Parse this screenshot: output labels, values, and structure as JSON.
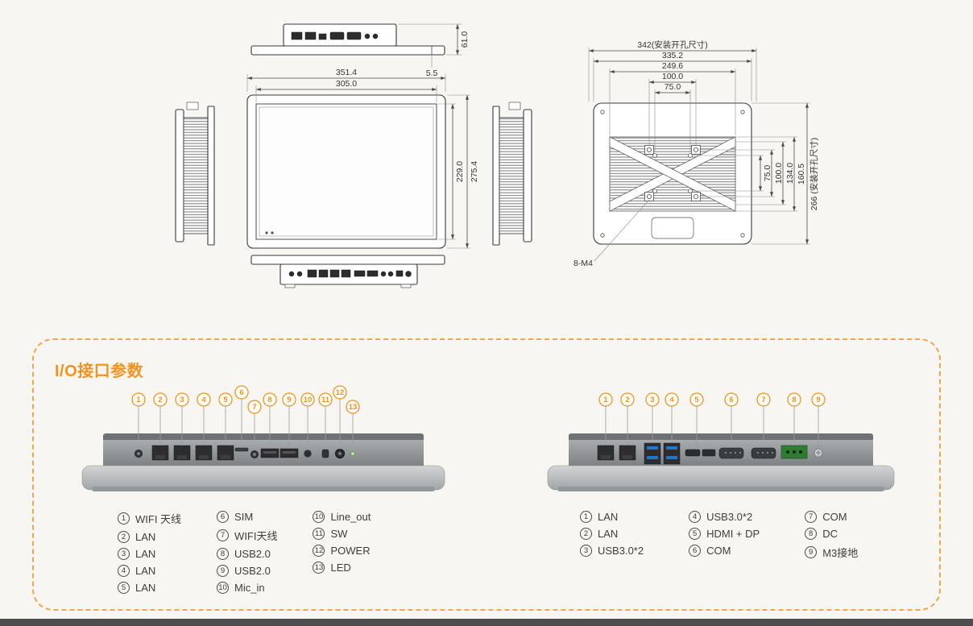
{
  "colors": {
    "accent": "#f0941f",
    "line": "#3a3a3a",
    "background": "#f8f6f2"
  },
  "drawings": {
    "top_view": {
      "depth": "61.0",
      "bezel_thickness": "5.5"
    },
    "front_view": {
      "outer_width": "351.4",
      "display_width": "305.0",
      "display_height": "229.0",
      "outer_height": "275.4"
    },
    "rear_view": {
      "mount_width": "342(安装开孔尺寸)",
      "outer_width": "335.2",
      "fin_width": "249.6",
      "vesa100_width": "100.0",
      "vesa75_width": "75.0",
      "vesa75_height": "75.0",
      "vesa100_height": "100.0",
      "height_134": "134.0",
      "height_160": "160.5",
      "mount_height": "266 (安装开孔尺寸)",
      "screw_label": "8-M4"
    }
  },
  "io": {
    "title": "I/O接口参数",
    "left_callouts": [
      "1",
      "2",
      "3",
      "4",
      "5",
      "6",
      "7",
      "8",
      "9",
      "10",
      "11",
      "12",
      "13"
    ],
    "right_callouts": [
      "1",
      "2",
      "3",
      "4",
      "5",
      "6",
      "7",
      "8",
      "9"
    ],
    "left_legend": {
      "col1": [
        {
          "num": "1",
          "label": "WIFI 天线"
        },
        {
          "num": "2",
          "label": "LAN"
        },
        {
          "num": "3",
          "label": "LAN"
        },
        {
          "num": "4",
          "label": "LAN"
        },
        {
          "num": "5",
          "label": "LAN"
        }
      ],
      "col2": [
        {
          "num": "6",
          "label": "SIM"
        },
        {
          "num": "7",
          "label": "WIFI天线"
        },
        {
          "num": "8",
          "label": "USB2.0"
        },
        {
          "num": "9",
          "label": "USB2.0"
        },
        {
          "num": "10",
          "label": "Mic_in"
        }
      ],
      "col3": [
        {
          "num": "10",
          "label": "Line_out"
        },
        {
          "num": "11",
          "label": "SW"
        },
        {
          "num": "12",
          "label": "POWER"
        },
        {
          "num": "13",
          "label": "LED"
        }
      ]
    },
    "right_legend": {
      "col1": [
        {
          "num": "1",
          "label": "LAN"
        },
        {
          "num": "2",
          "label": "LAN"
        },
        {
          "num": "3",
          "label": "USB3.0*2"
        }
      ],
      "col2": [
        {
          "num": "4",
          "label": "USB3.0*2"
        },
        {
          "num": "5",
          "label": "HDMI + DP"
        },
        {
          "num": "6",
          "label": "COM"
        }
      ],
      "col3": [
        {
          "num": "7",
          "label": "COM"
        },
        {
          "num": "8",
          "label": "DC"
        },
        {
          "num": "9",
          "label": "M3接地"
        }
      ]
    }
  }
}
